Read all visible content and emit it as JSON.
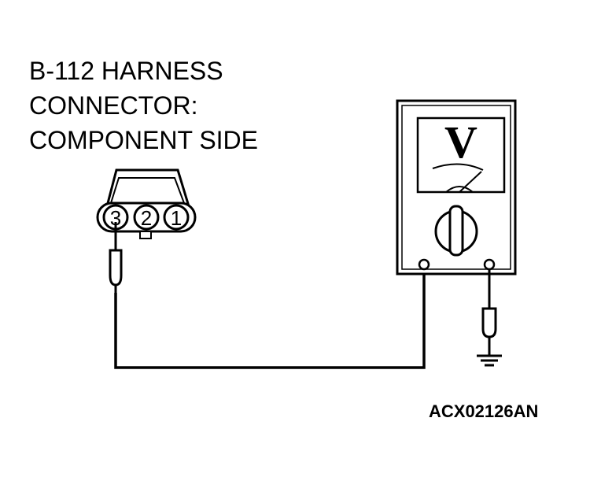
{
  "connector_label": {
    "line1": "B-112 HARNESS",
    "line2": "CONNECTOR:",
    "line3": "COMPONENT SIDE"
  },
  "connector_pins": [
    "3",
    "2",
    "1"
  ],
  "meter": {
    "display_letter": "V"
  },
  "figure_code": "ACX02126AN"
}
